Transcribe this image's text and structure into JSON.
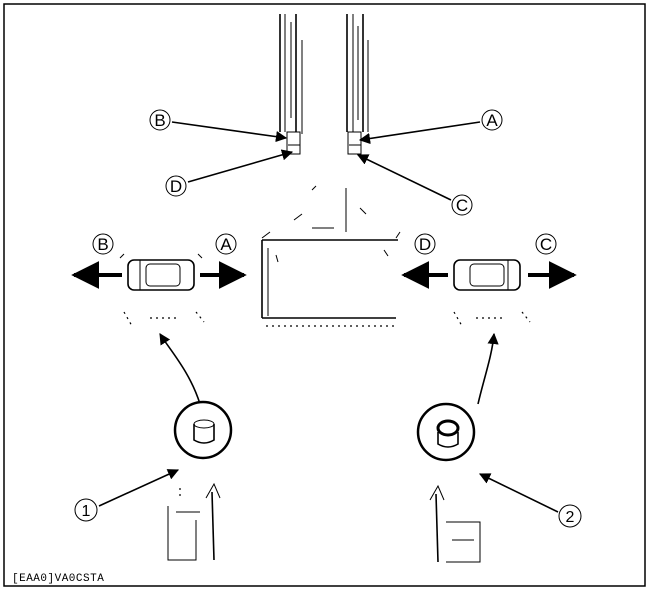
{
  "labels": {
    "A": "A",
    "B": "B",
    "C": "C",
    "D": "D",
    "n1": "1",
    "n2": "2"
  },
  "figure_code": "[EAA0]VA0CSTA",
  "colors": {
    "ink": "#000000",
    "paper": "#ffffff"
  },
  "icons": {
    "arrow": "arrow-icon",
    "callout": "callout-circle-icon"
  }
}
